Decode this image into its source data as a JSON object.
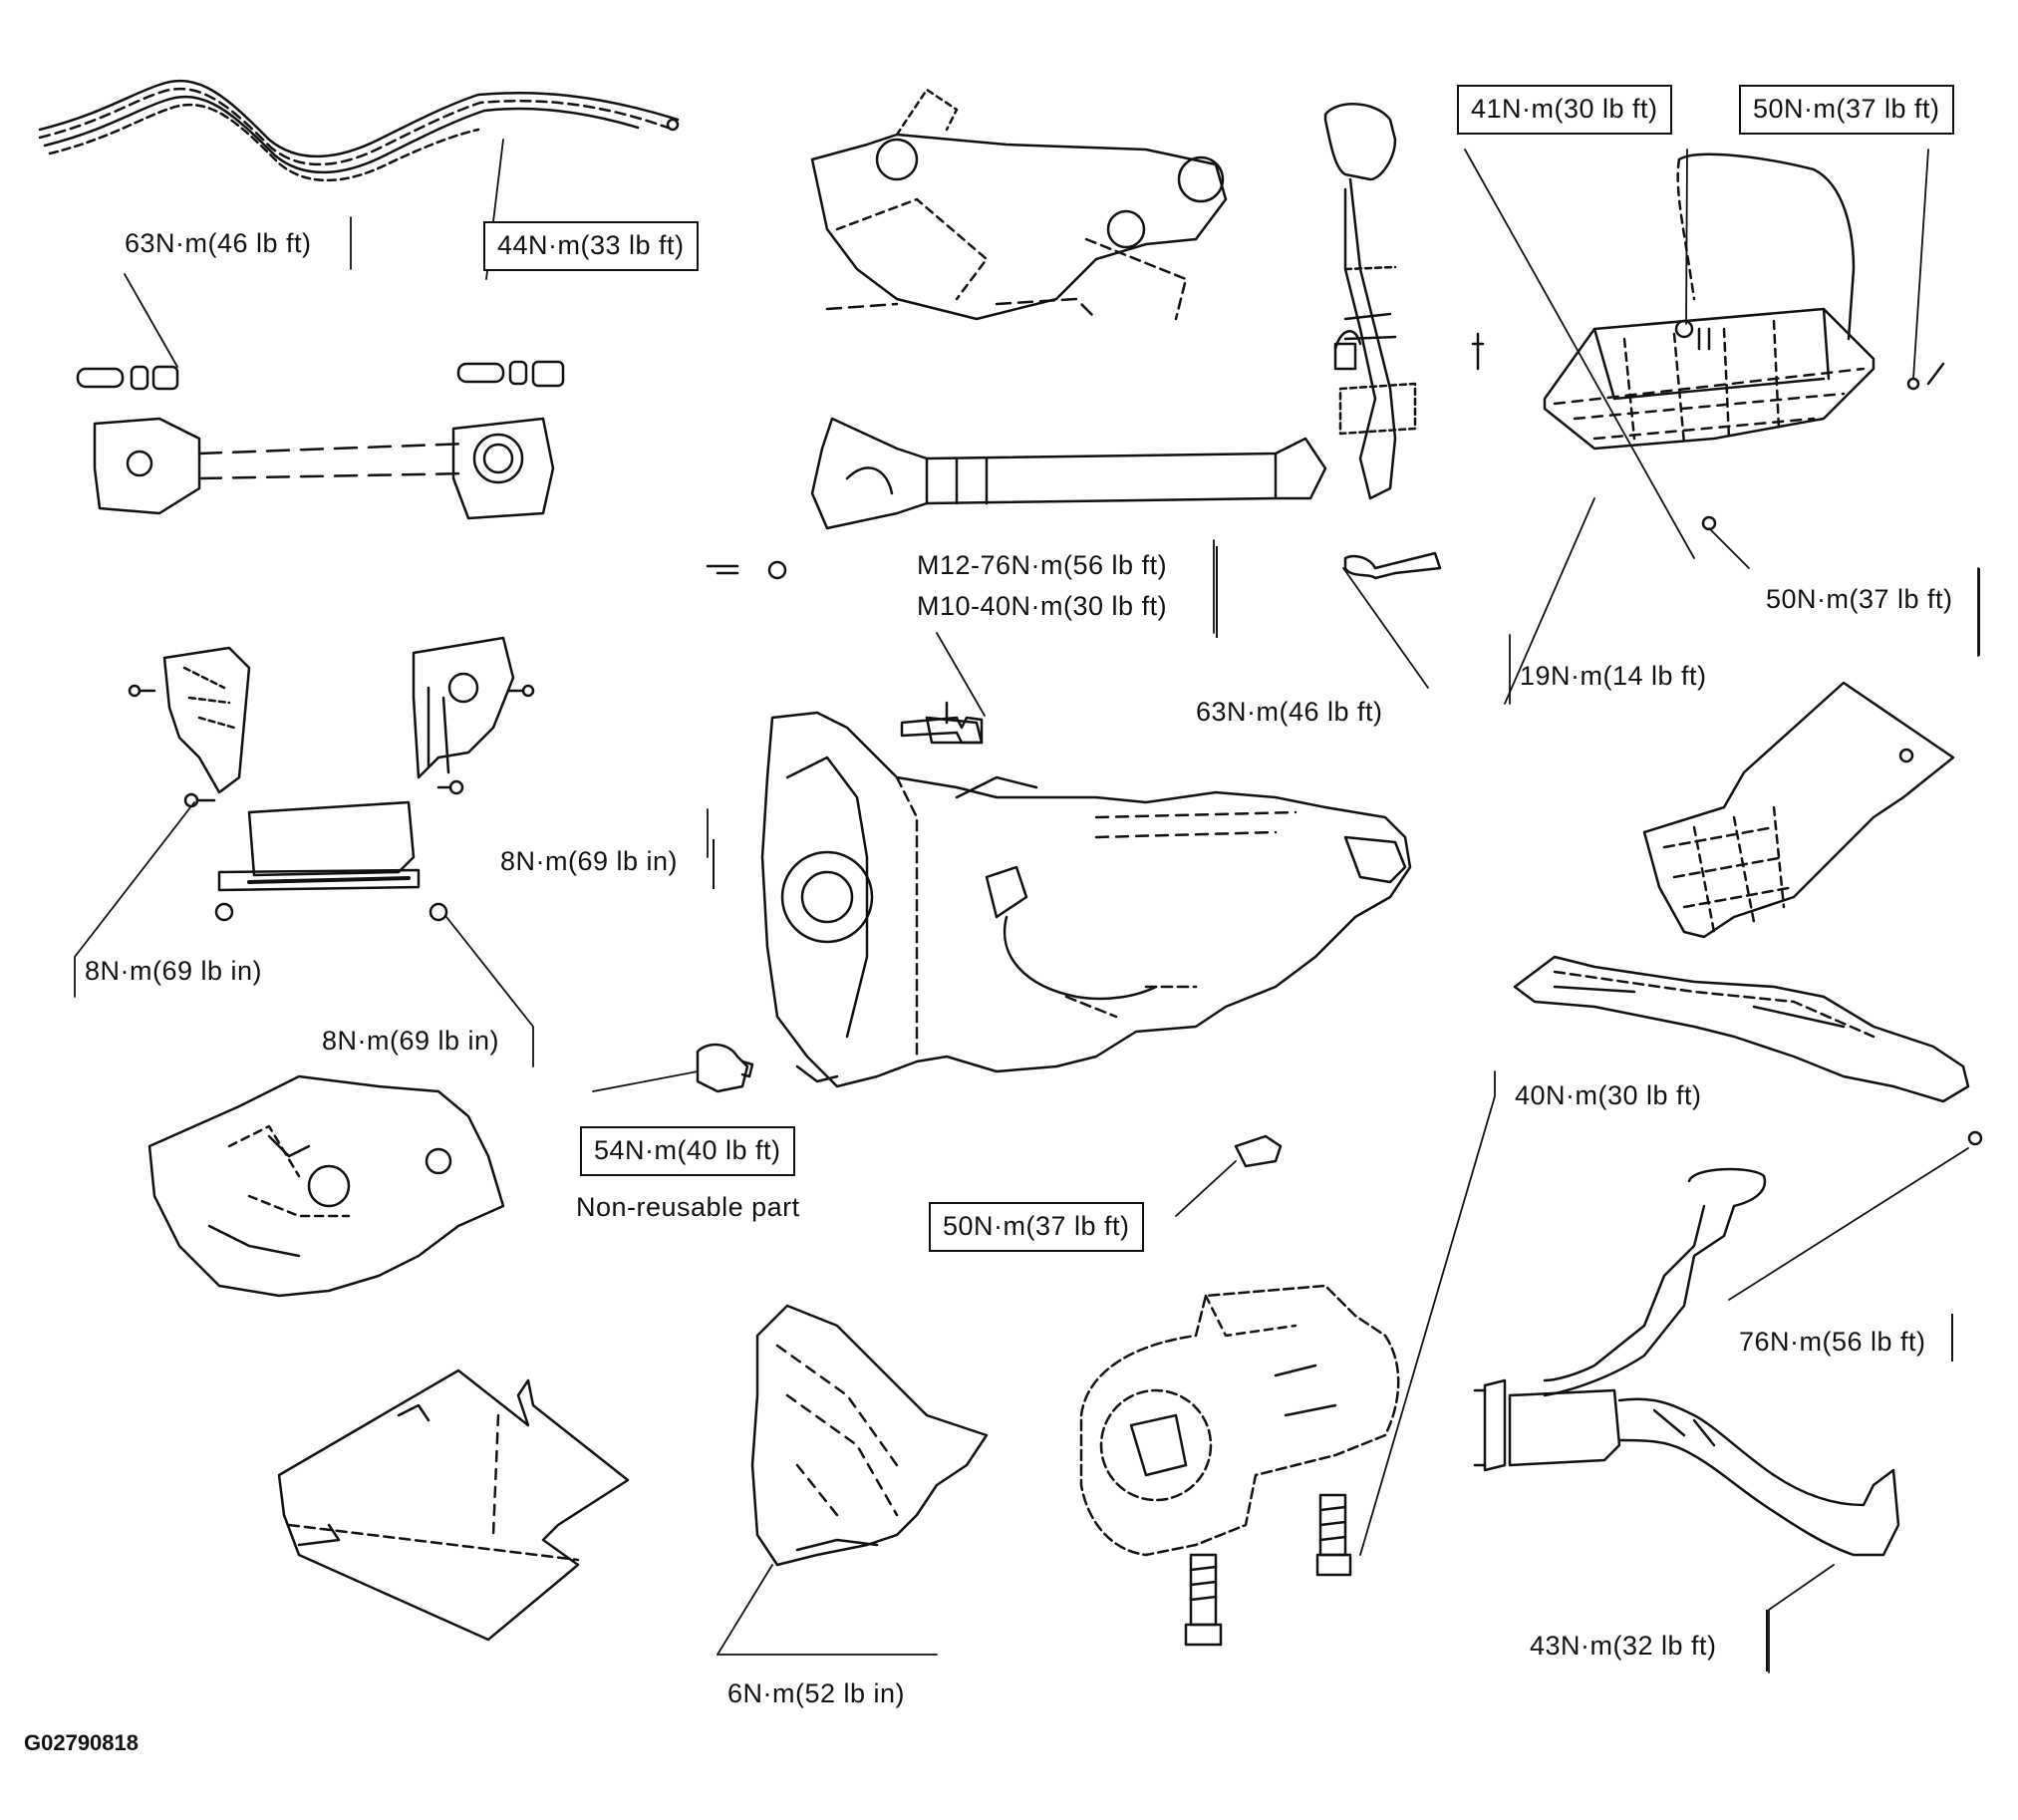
{
  "diagram": {
    "figure_id": "G02790818",
    "callouts": [
      {
        "id": "pipes_left",
        "text": "63N·m(46 lb ft)"
      },
      {
        "id": "pipes_right",
        "text": "44N·m(33 lb ft)"
      },
      {
        "id": "shaft_bolts",
        "text": "M12-76N·m(56 lb ft)"
      },
      {
        "id": "shaft_bolts_2",
        "text": "M10-40N·m(30 lb ft)"
      },
      {
        "id": "lever_bolt",
        "text": "63N·m(46 lb ft)"
      },
      {
        "id": "box_41",
        "text": "41N·m(30 lb ft)"
      },
      {
        "id": "box_50",
        "text": "50N·m(37 lb ft)"
      },
      {
        "id": "bracket_50",
        "text": "50N·m(37 lb ft)"
      },
      {
        "id": "bracket_19",
        "text": "19N·m(14 lb ft)"
      },
      {
        "id": "bracket_8a",
        "text": "8N·m(69 lb in)"
      },
      {
        "id": "bracket_8b",
        "text": "8N·m(69 lb in)"
      },
      {
        "id": "bracket_8c",
        "text": "8N·m(69 lb in)"
      },
      {
        "id": "drain_54",
        "text": "54N·m(40 lb ft)"
      },
      {
        "id": "non_reusable",
        "text": "Non-reusable part"
      },
      {
        "id": "nut_50",
        "text": "50N·m(37 lb ft)"
      },
      {
        "id": "crossmember_40",
        "text": "40N·m(30 lb ft)"
      },
      {
        "id": "exhaust_76",
        "text": "76N·m(56 lb ft)"
      },
      {
        "id": "exhaust_43",
        "text": "43N·m(32 lb ft)"
      },
      {
        "id": "shield_6",
        "text": "6N·m(52 lb in)"
      }
    ]
  }
}
